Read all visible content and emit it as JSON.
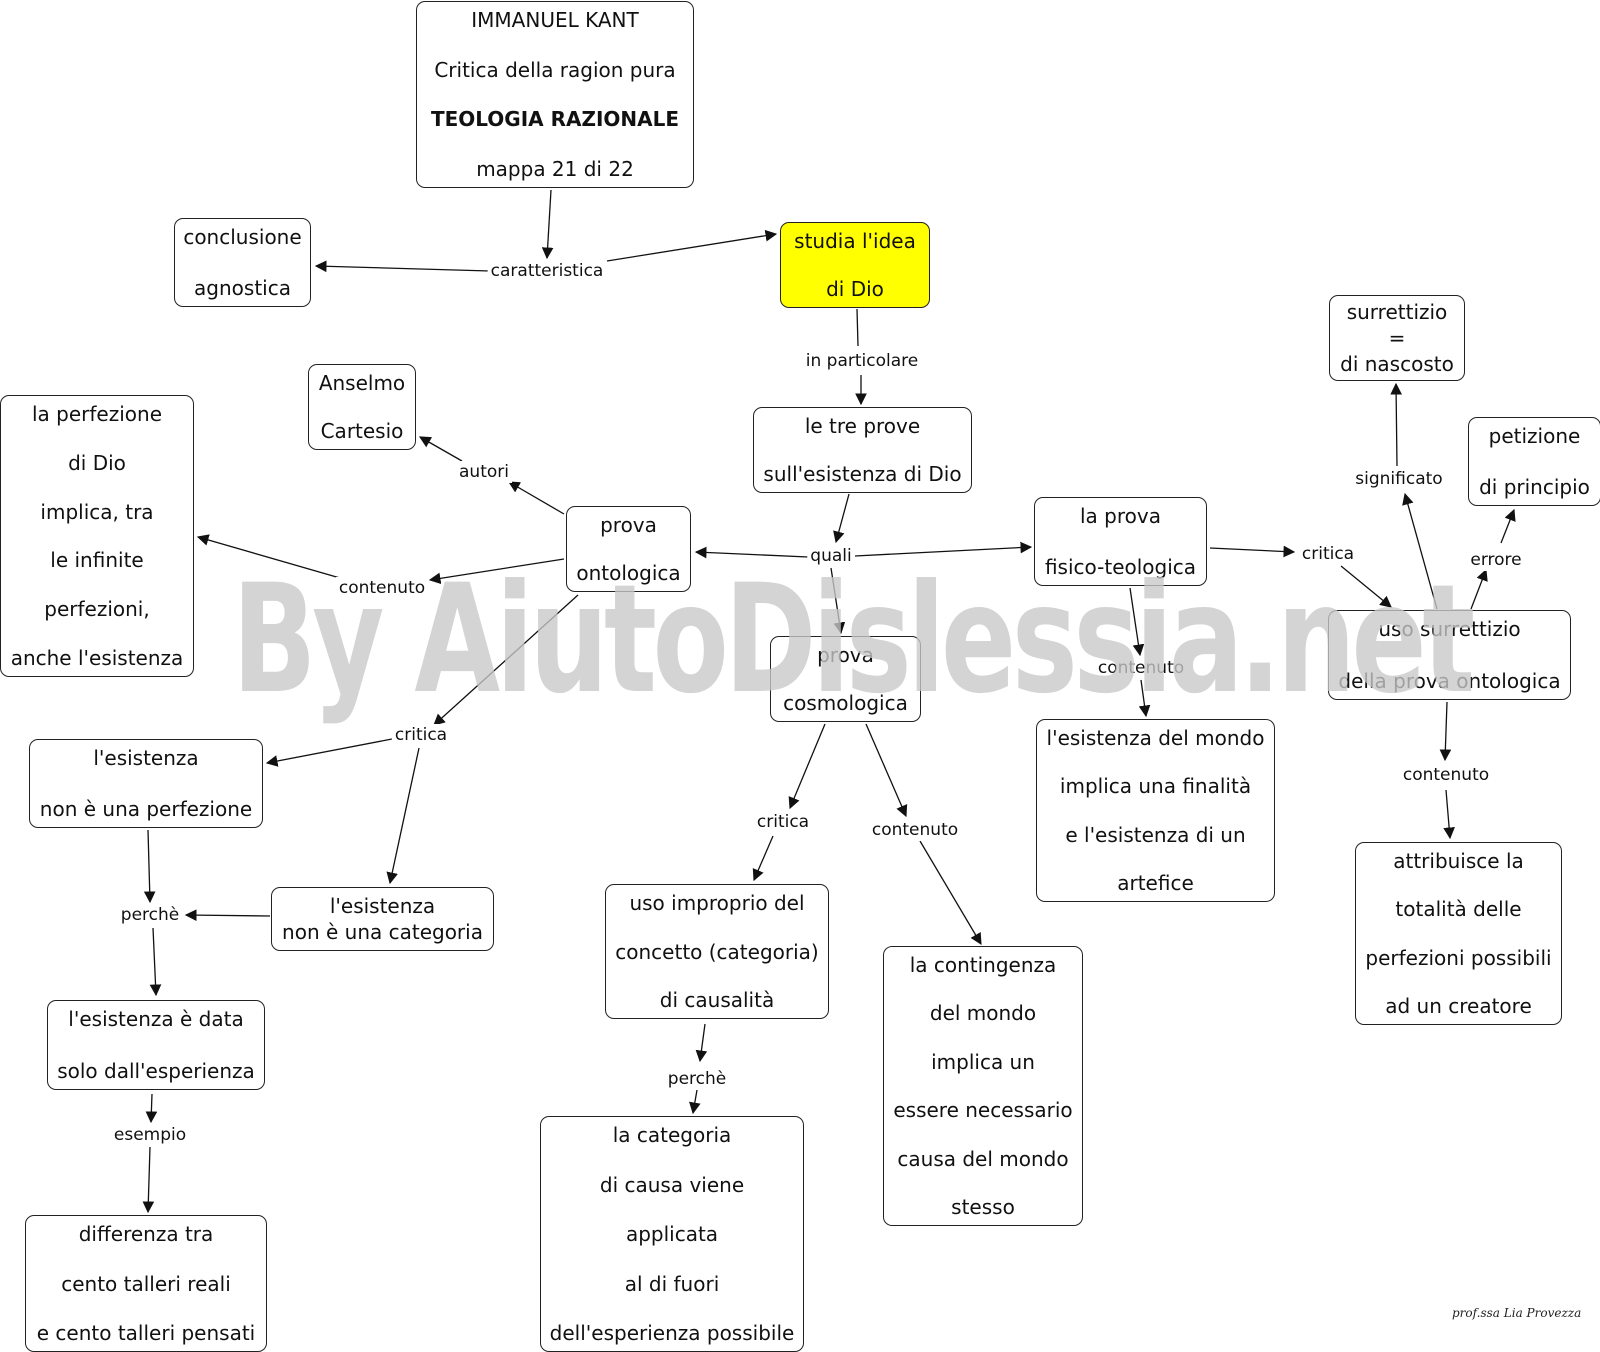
{
  "nodes": {
    "title": [
      "IMMANUEL KANT",
      "Critica della ragion pura",
      "TEOLOGIA RAZIONALE",
      "mappa 21 di 22"
    ],
    "conclusione": [
      "conclusione",
      "agnostica"
    ],
    "studia": [
      "studia l'idea",
      "di Dio"
    ],
    "tre_prove": [
      "le tre prove",
      "sull'esistenza di Dio"
    ],
    "anselmo": [
      "Anselmo",
      "Cartesio"
    ],
    "perfezione": [
      "la perfezione",
      "di Dio",
      "implica, tra",
      "le infinite",
      "perfezioni,",
      "anche l'esistenza"
    ],
    "ontologica": [
      "prova",
      "ontologica"
    ],
    "cosmologica": [
      "prova",
      "cosmologica"
    ],
    "fisico": [
      "la prova",
      "fisico-teologica"
    ],
    "surrettizio": [
      "surrettizio",
      "=",
      "di nascosto"
    ],
    "petizione": [
      "petizione",
      "di principio"
    ],
    "uso_surrettizio": [
      "uso surrettizio",
      "della prova ontologica"
    ],
    "esistenza_mondo": [
      "l'esistenza del mondo",
      "implica una finalità",
      "e l'esistenza di un",
      "artefice"
    ],
    "attribuisce": [
      "attribuisce la",
      "totalità delle",
      "perfezioni possibili",
      "ad un creatore"
    ],
    "non_perfezione": [
      "l'esistenza",
      "non è una perfezione"
    ],
    "non_categoria": [
      "l'esistenza",
      "non è una categoria"
    ],
    "data_esperienza": [
      "l'esistenza è data",
      "solo dall'esperienza"
    ],
    "talleri": [
      "differenza tra",
      "cento talleri reali",
      "e cento talleri pensati"
    ],
    "uso_improprio": [
      "uso improprio del",
      "concetto (categoria)",
      "di causalità"
    ],
    "categoria_causa": [
      "la categoria",
      "di causa viene",
      "applicata",
      "al di fuori",
      "dell'esperienza possibile"
    ],
    "contingenza": [
      "la contingenza",
      "del mondo",
      "implica un",
      "essere necessario",
      "causa del mondo",
      "stesso"
    ]
  },
  "links": {
    "caratteristica": "caratteristica",
    "in_particolare": "in particolare",
    "quali": "quali",
    "autori": "autori",
    "contenuto_onto": "contenuto",
    "critica_onto": "critica",
    "perche_left": "perchè",
    "esempio": "esempio",
    "critica_cosmo": "critica",
    "contenuto_cosmo": "contenuto",
    "perche_mid": "perchè",
    "contenuto_fisico": "contenuto",
    "critica_fisico": "critica",
    "significato": "significato",
    "errore": "errore",
    "contenuto_uso": "contenuto"
  },
  "watermark": "By AiutoDislessia.net",
  "signature": "prof.ssa Lia Provezza",
  "colors": {
    "highlight": "#ffff00",
    "border": "#222222",
    "watermark": "#c9c9c9"
  }
}
